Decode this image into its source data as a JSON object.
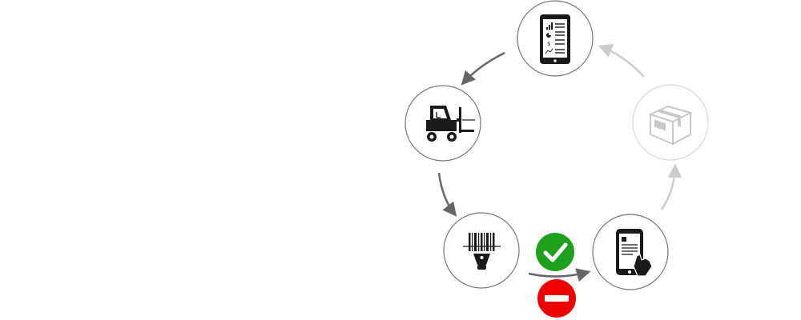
{
  "diagram": {
    "nodes": [
      {
        "id": "tablet-dashboard",
        "icon": "tablet-dashboard-icon",
        "state": "active"
      },
      {
        "id": "forklift",
        "icon": "forklift-icon",
        "state": "active"
      },
      {
        "id": "barcode-scanner",
        "icon": "barcode-scanner-icon",
        "state": "active"
      },
      {
        "id": "phone-touch",
        "icon": "phone-touch-icon",
        "state": "active"
      },
      {
        "id": "package-box",
        "icon": "package-box-icon",
        "state": "faded"
      }
    ],
    "edges": [
      {
        "from": "tablet-dashboard",
        "to": "forklift",
        "state": "active"
      },
      {
        "from": "forklift",
        "to": "barcode-scanner",
        "state": "active"
      },
      {
        "from": "barcode-scanner",
        "to": "phone-touch",
        "state": "active"
      },
      {
        "from": "phone-touch",
        "to": "package-box",
        "state": "faded"
      },
      {
        "from": "package-box",
        "to": "tablet-dashboard",
        "state": "faded"
      }
    ],
    "badges": [
      {
        "id": "approve",
        "icon": "check-icon",
        "color": "#1e9f1e"
      },
      {
        "id": "reject",
        "icon": "minus-icon",
        "color": "#ee0000"
      }
    ],
    "colors": {
      "active_stroke": "#666666",
      "faded_stroke": "#cccccc",
      "icon": "#1a1a1a",
      "faded_icon": "#c8c8c8"
    }
  }
}
